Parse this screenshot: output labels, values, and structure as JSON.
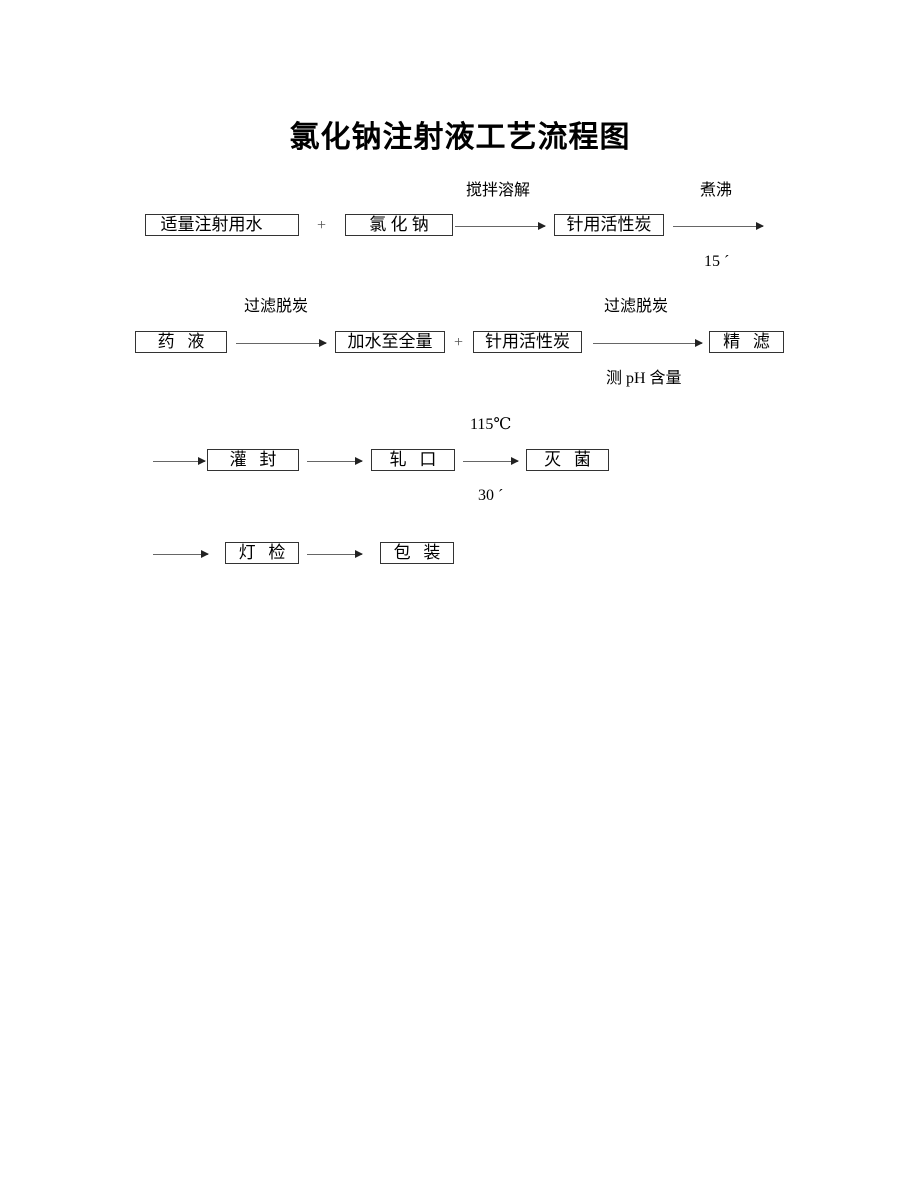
{
  "title": "氯化钠注射液工艺流程图",
  "row1": {
    "box1": "  适量注射用水",
    "plus": "+",
    "box2": "氯 化 钠",
    "label_stir": "搅拌溶解",
    "box3": "针用活性炭",
    "label_boil": "煮沸",
    "label_time": "15 ´"
  },
  "row2": {
    "box1": "药   液",
    "label_filter1": "过滤脱炭",
    "box2": "加水至全量",
    "plus": "+",
    "box3": "针用活性炭",
    "label_filter2": "过滤脱炭",
    "label_test": "测 pH 含量",
    "box4": "精   滤"
  },
  "row3": {
    "box1": "灌   封",
    "box2": "轧   口",
    "label_temp": "115℃",
    "label_time": "30 ´",
    "box3": "灭   菌"
  },
  "row4": {
    "box1": "灯   检",
    "box2": "包   装"
  }
}
